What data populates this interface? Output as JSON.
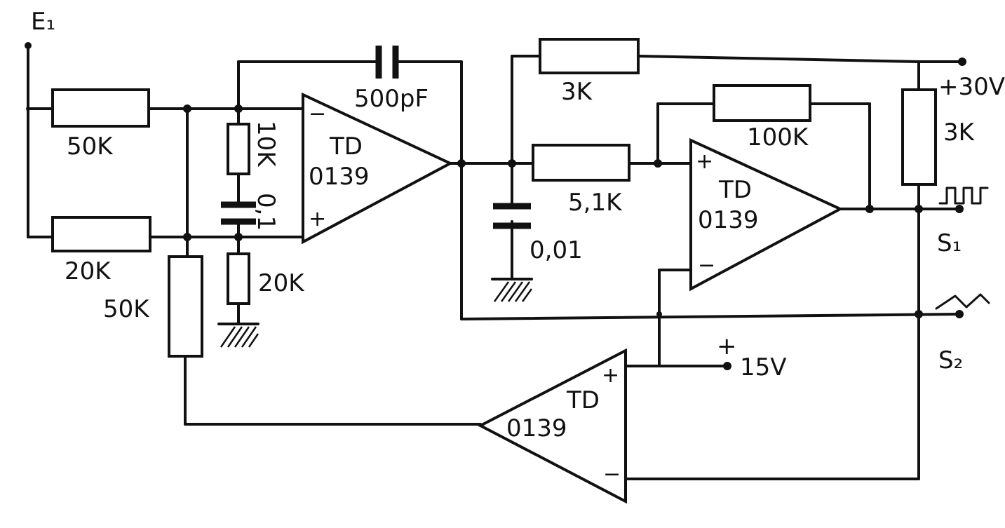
{
  "diagram": {
    "input_label": "E₁",
    "output1_label": "S₁",
    "output2_label": "S₂",
    "supply1_label": "+30V",
    "supply2_plus": "+",
    "supply2_label": "15V",
    "opamps": [
      {
        "name1": "TD",
        "name2": "0139",
        "minus": "−",
        "plus": "+"
      },
      {
        "name1": "TD",
        "name2": "0139",
        "minus": "−",
        "plus": "+"
      },
      {
        "name1": "TD",
        "name2": "0139",
        "minus": "−",
        "plus": "+"
      }
    ],
    "resistors": {
      "r_input_top": "50K",
      "r_input_bottom": "20K",
      "r_divider_mid": "10K",
      "r_divider_low": "20K",
      "r_feedback_left": "50K",
      "r_top_3k": "3K",
      "r_series": "5,1K",
      "r_feedback": "100K",
      "r_pullup": "3K"
    },
    "capacitors": {
      "c_integrator": "500pF",
      "c_mid": "0,1",
      "c_filter": "0,01"
    }
  }
}
